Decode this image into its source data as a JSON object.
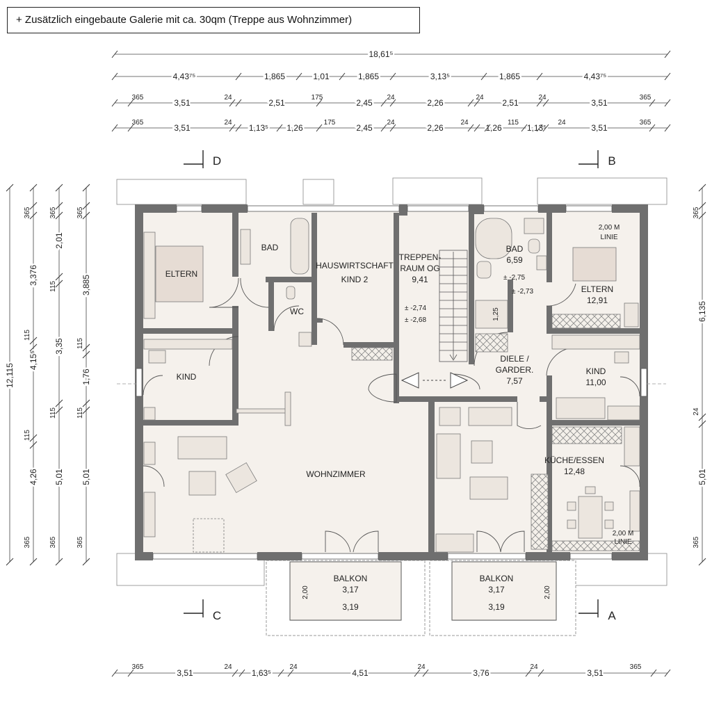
{
  "note": "+ Zusätzlich eingebaute Galerie mit ca. 30qm (Treppe aus Wohnzimmer)",
  "top_dims": {
    "row1": [
      "18,61⁵"
    ],
    "row2": [
      "4,43⁷⁵",
      "1,865",
      "1,01",
      "1,865",
      "3,13⁵",
      "1,865",
      "4,43⁷⁵"
    ],
    "row3": [
      "365",
      "3,51",
      "24",
      "2,51",
      "175",
      "2,45",
      "24",
      "2,26",
      "24",
      "2,51",
      "24",
      "3,51",
      "365"
    ],
    "row4": [
      "365",
      "3,51",
      "24",
      "1,13⁵",
      "1,26",
      "175",
      "2,45",
      "24",
      "2,26",
      "24",
      "1,26",
      "115",
      "1,13⁵",
      "24",
      "3,51",
      "365"
    ]
  },
  "bottom_dims": [
    "365",
    "3,51",
    "24",
    "1,63⁵",
    "24",
    "4,51",
    "24",
    "3,76",
    "24",
    "3,51",
    "365"
  ],
  "left_dims": {
    "col1": [
      "12,115"
    ],
    "col2": [
      "365",
      "3,376",
      "115",
      "4,15⁵",
      "115",
      "4,26",
      "365"
    ],
    "col3": [
      "365",
      "2,01",
      "115",
      "3,35",
      "115",
      "5,01",
      "365"
    ],
    "col4": [
      "365",
      "3,885",
      "115",
      "1,76",
      "115",
      "5,01",
      "365"
    ]
  },
  "right_dims": {
    "col1": [
      "365",
      "6,135",
      "24",
      "5,01",
      "365"
    ]
  },
  "section_marks": [
    "D",
    "B",
    "C",
    "A"
  ],
  "rooms": {
    "eltern_left": "ELTERN",
    "bad_left": "BAD",
    "wc": "WC",
    "hauswirtschaft": [
      "HAUSWIRTSCHAFT",
      "KIND 2"
    ],
    "treppen": [
      "TREPPEN-",
      "RAUM OG",
      "9,41"
    ],
    "treppen_levels": [
      "-2,74",
      "-2,68"
    ],
    "bad_right": [
      "BAD",
      "6,59"
    ],
    "bad_right_levels": [
      "-2,75",
      "-2,73"
    ],
    "shower": "1,25",
    "eltern_right": [
      "ELTERN",
      "12,91"
    ],
    "eltern_right_line": [
      "2,00 M",
      "LINIE"
    ],
    "kind_left": "KIND",
    "diele": [
      "DIELE /",
      "GARDER.",
      "7,57"
    ],
    "kind_right": [
      "KIND",
      "11,00"
    ],
    "wohnzimmer": "WOHNZIMMER",
    "kueche": [
      "KÜCHE/ESSEN",
      "12,48"
    ],
    "kueche_line": [
      "2,00 M",
      "LINIE"
    ],
    "balkon_left": [
      "BALKON",
      "3,17"
    ],
    "balkon_left_dims": [
      "2,00",
      "3,19"
    ],
    "balkon_right": [
      "BALKON",
      "3,17"
    ],
    "balkon_right_dims": [
      "2,00",
      "3,19"
    ]
  }
}
